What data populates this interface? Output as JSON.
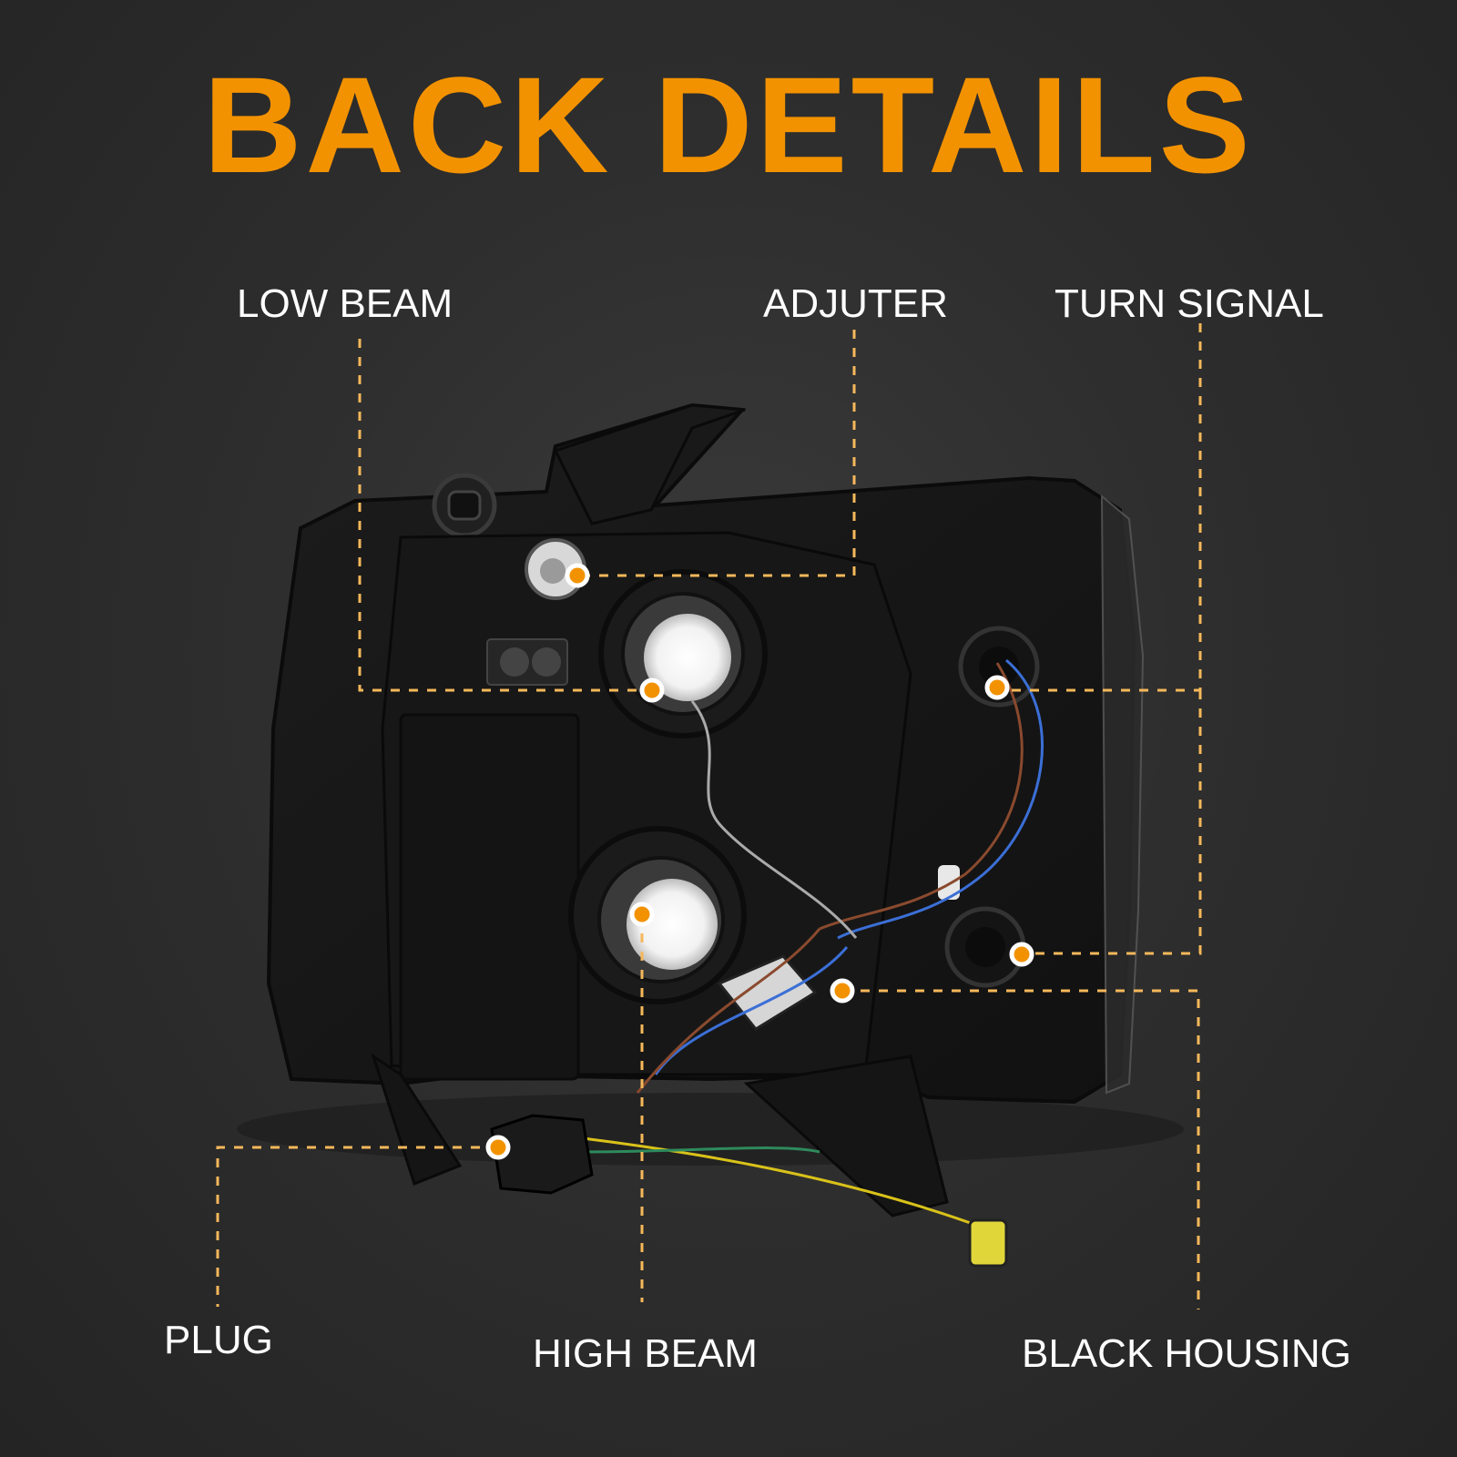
{
  "title": "BACK DETAILS",
  "colors": {
    "accent": "#f39200",
    "label_text": "#ffffff",
    "background": "#2e2e2e",
    "leader_line": "#f5b85a"
  },
  "callouts": {
    "low_beam": "LOW BEAM",
    "adjuster": "ADJUTER",
    "turn_signal": "TURN SIGNAL",
    "plug": "PLUG",
    "high_beam": "HIGH BEAM",
    "black_housing": "BLACK HOUSING"
  }
}
